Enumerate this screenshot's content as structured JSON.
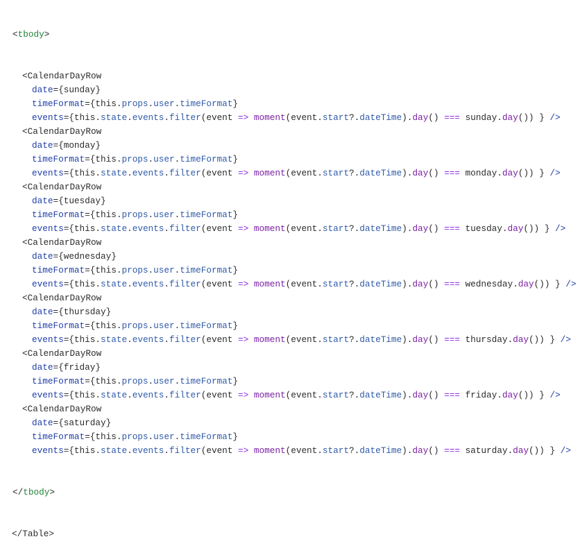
{
  "code": {
    "tbody_open": "tbody",
    "tbody_close": "tbody",
    "table_close": "Table",
    "component_name": "CalendarDayRow",
    "attr_date": "date",
    "attr_timeFormat": "timeFormat",
    "attr_events": "events",
    "days": [
      "sunday",
      "monday",
      "tuesday",
      "wednesday",
      "thursday",
      "friday",
      "saturday"
    ],
    "this_text": "this",
    "props_text": "props",
    "user_text": "user",
    "timeFormat_text": "timeFormat",
    "state_text": "state",
    "events_text": "events",
    "filter_text": "filter",
    "event_text": "event",
    "arrow_text": "=>",
    "moment_text": "moment",
    "start_text": "start",
    "dateTime_text": "dateTime",
    "day_text": "day",
    "strict_eq_text": "==="
  }
}
